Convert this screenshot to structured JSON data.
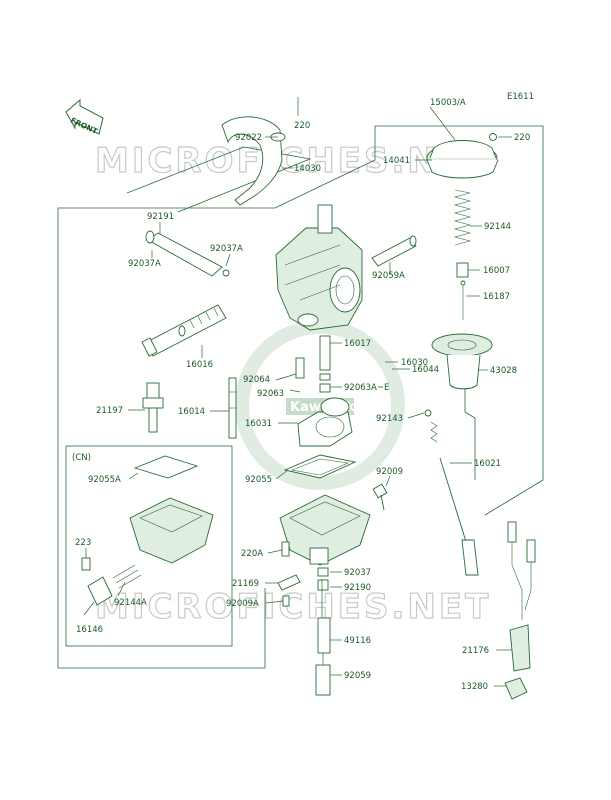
{
  "diagram_code": "E1611",
  "front_label": "FRONT",
  "watermark_text": "MICROFICHES.NET",
  "seal_text": "Kawasaki",
  "inset_label": "(CN)",
  "colors": {
    "line": "#2a6a34",
    "text": "#1c5a28",
    "fill": "#dfeee1",
    "watermark": "#c9c9c9"
  },
  "parts": [
    "15003/A",
    "220",
    "92022",
    "14030",
    "14041",
    "92144",
    "16007",
    "16187",
    "92191",
    "92037A",
    "92037A",
    "92059A",
    "16017",
    "16030",
    "16044",
    "43028",
    "16016",
    "92064",
    "92063",
    "92063A~E",
    "21197",
    "16014",
    "16031",
    "92143",
    "16021",
    "92055A",
    "92055",
    "92009",
    "223",
    "92144A",
    "16146",
    "220A",
    "92037",
    "21169",
    "92190",
    "92009A",
    "49116",
    "92059",
    "21176",
    "13280",
    "220"
  ]
}
